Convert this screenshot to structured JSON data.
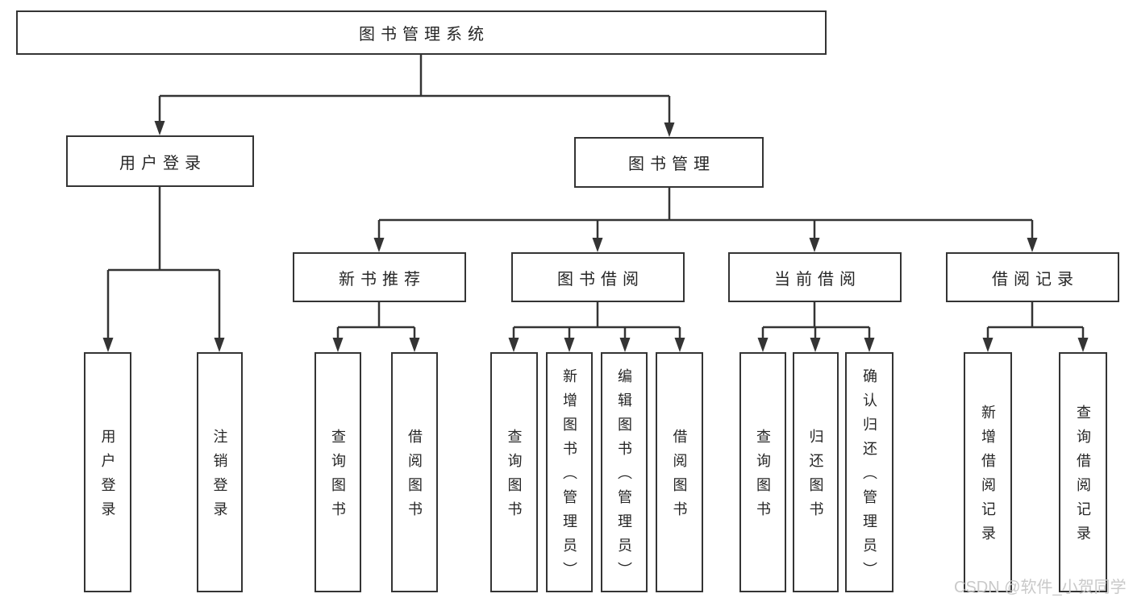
{
  "root": {
    "label": "图书管理系统"
  },
  "user_group": {
    "label": "用户登录",
    "children": [
      {
        "label": "用户登录"
      },
      {
        "label": "注销登录"
      }
    ]
  },
  "mgmt_group": {
    "label": "图书管理",
    "sections": [
      {
        "label": "新书推荐",
        "children": [
          {
            "label": "查询图书"
          },
          {
            "label": "借阅图书"
          }
        ]
      },
      {
        "label": "图书借阅",
        "children": [
          {
            "label": "查询图书"
          },
          {
            "label": "新增图书（管理员）"
          },
          {
            "label": "编辑图书（管理员）"
          },
          {
            "label": "借阅图书"
          }
        ]
      },
      {
        "label": "当前借阅",
        "children": [
          {
            "label": "查询图书"
          },
          {
            "label": "归还图书"
          },
          {
            "label": "确认归还（管理员）"
          }
        ]
      },
      {
        "label": "借阅记录",
        "children": [
          {
            "label": "新增借阅记录"
          },
          {
            "label": "查询借阅记录"
          }
        ]
      }
    ]
  },
  "watermark": "CSDN @软件_小贺同学",
  "colors": {
    "line": "#343434",
    "text": "#262626",
    "watermark_text": "#c9c9c9",
    "background": "#ffffff"
  }
}
